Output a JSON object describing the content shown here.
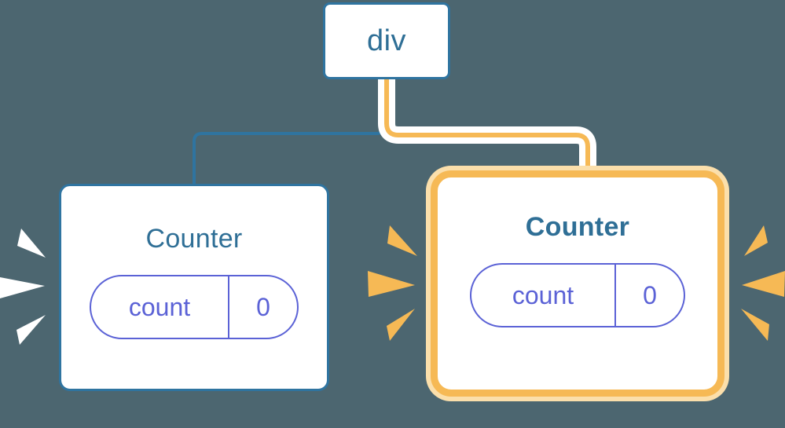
{
  "diagram": {
    "title_semantics": "component-tree-rerender-highlight",
    "background_color": "#4c6670",
    "accent_blue": "#2f74a0",
    "accent_orange": "#f6b955",
    "accent_orange_glow": "#fbdfab",
    "accent_indigo": "#5b62d6",
    "white": "#ffffff"
  },
  "root_node": {
    "label": "div"
  },
  "components": [
    {
      "id": "counter-left",
      "title": "Counter",
      "highlighted": false,
      "emphasis": "normal",
      "state": {
        "key": "count",
        "value": "0"
      },
      "sparkle_color": "#ffffff",
      "sparkle_count": 3
    },
    {
      "id": "counter-right",
      "title": "Counter",
      "highlighted": true,
      "emphasis": "bold",
      "state": {
        "key": "count",
        "value": "0"
      },
      "sparkle_color": "#f6b955",
      "sparkle_count": 6
    }
  ],
  "edges": [
    {
      "id": "edge-div-to-left",
      "from": "div",
      "to": "counter-left",
      "color": "#2f74a0",
      "highlighted": false
    },
    {
      "id": "edge-div-to-right",
      "from": "div",
      "to": "counter-right",
      "color": "#f6b955",
      "highlighted": true
    }
  ]
}
